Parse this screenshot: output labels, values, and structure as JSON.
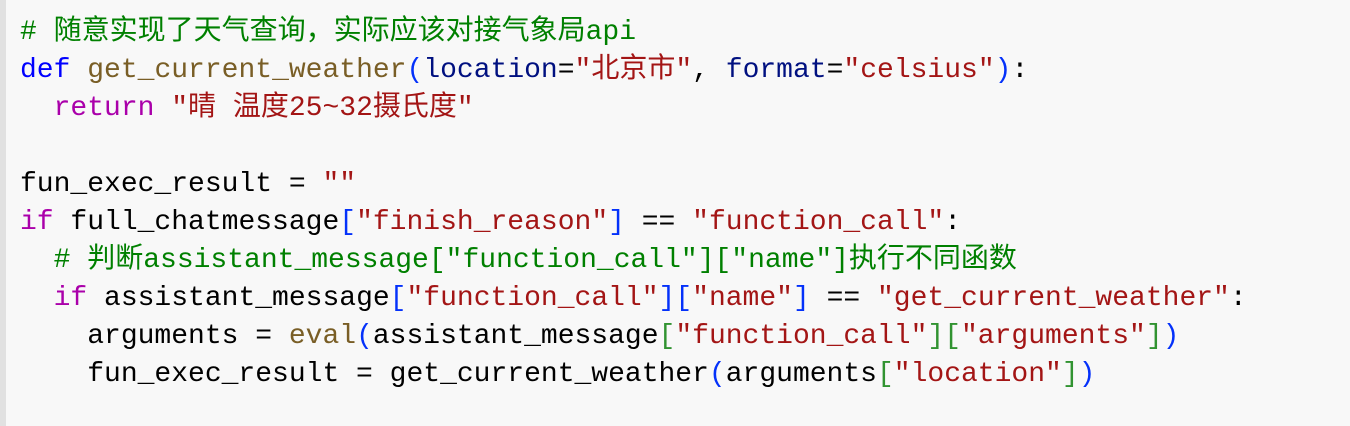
{
  "code_block": {
    "language": "python",
    "colors": {
      "background": "#f8f8f8",
      "border_left": "#e1e1e1",
      "comment": "#008000",
      "def_keyword": "#0000ff",
      "control_keyword": "#aa00aa",
      "function_name": "#795e26",
      "parameter": "#001080",
      "string": "#a31515",
      "paren": "#0431fa",
      "bracket_nested": "#319331"
    },
    "lines": [
      {
        "tokens": [
          {
            "type": "comment",
            "text": "# 随意实现了天气查询，实际应该对接气象局api"
          }
        ]
      },
      {
        "tokens": [
          {
            "type": "keyword-def",
            "text": "def"
          },
          {
            "type": "plain",
            "text": " "
          },
          {
            "type": "fn-def",
            "text": "get_current_weather"
          },
          {
            "type": "paren",
            "text": "("
          },
          {
            "type": "param",
            "text": "location"
          },
          {
            "type": "plain",
            "text": "="
          },
          {
            "type": "string",
            "text": "\"北京市\""
          },
          {
            "type": "plain",
            "text": ", "
          },
          {
            "type": "param",
            "text": "format"
          },
          {
            "type": "plain",
            "text": "="
          },
          {
            "type": "string",
            "text": "\"celsius\""
          },
          {
            "type": "paren",
            "text": ")"
          },
          {
            "type": "plain",
            "text": ":"
          }
        ]
      },
      {
        "tokens": [
          {
            "type": "plain",
            "text": "  "
          },
          {
            "type": "keyword",
            "text": "return"
          },
          {
            "type": "plain",
            "text": " "
          },
          {
            "type": "string",
            "text": "\"晴 温度25~32摄氏度\""
          }
        ]
      },
      {
        "tokens": []
      },
      {
        "tokens": [
          {
            "type": "plain",
            "text": "fun_exec_result = "
          },
          {
            "type": "string",
            "text": "\"\""
          }
        ]
      },
      {
        "tokens": [
          {
            "type": "keyword",
            "text": "if"
          },
          {
            "type": "plain",
            "text": " full_chatmessage"
          },
          {
            "type": "bracket-blue",
            "text": "["
          },
          {
            "type": "string",
            "text": "\"finish_reason\""
          },
          {
            "type": "bracket-blue",
            "text": "]"
          },
          {
            "type": "plain",
            "text": " == "
          },
          {
            "type": "string",
            "text": "\"function_call\""
          },
          {
            "type": "plain",
            "text": ":"
          }
        ]
      },
      {
        "tokens": [
          {
            "type": "plain",
            "text": "  "
          },
          {
            "type": "comment",
            "text": "# 判断assistant_message[\"function_call\"][\"name\"]执行不同函数"
          }
        ]
      },
      {
        "tokens": [
          {
            "type": "plain",
            "text": "  "
          },
          {
            "type": "keyword",
            "text": "if"
          },
          {
            "type": "plain",
            "text": " assistant_message"
          },
          {
            "type": "bracket-blue",
            "text": "["
          },
          {
            "type": "string",
            "text": "\"function_call\""
          },
          {
            "type": "bracket-blue",
            "text": "]["
          },
          {
            "type": "string",
            "text": "\"name\""
          },
          {
            "type": "bracket-blue",
            "text": "]"
          },
          {
            "type": "plain",
            "text": " == "
          },
          {
            "type": "string",
            "text": "\"get_current_weather\""
          },
          {
            "type": "plain",
            "text": ":"
          }
        ]
      },
      {
        "tokens": [
          {
            "type": "plain",
            "text": "    arguments = "
          },
          {
            "type": "builtin",
            "text": "eval"
          },
          {
            "type": "paren",
            "text": "("
          },
          {
            "type": "plain",
            "text": "assistant_message"
          },
          {
            "type": "bracket-green",
            "text": "["
          },
          {
            "type": "string",
            "text": "\"function_call\""
          },
          {
            "type": "bracket-green",
            "text": "]["
          },
          {
            "type": "string",
            "text": "\"arguments\""
          },
          {
            "type": "bracket-green",
            "text": "]"
          },
          {
            "type": "paren",
            "text": ")"
          }
        ]
      },
      {
        "tokens": [
          {
            "type": "plain",
            "text": "    fun_exec_result = get_current_weather"
          },
          {
            "type": "paren",
            "text": "("
          },
          {
            "type": "plain",
            "text": "arguments"
          },
          {
            "type": "bracket-green",
            "text": "["
          },
          {
            "type": "string",
            "text": "\"location\""
          },
          {
            "type": "bracket-green",
            "text": "]"
          },
          {
            "type": "paren",
            "text": ")"
          }
        ]
      }
    ]
  }
}
